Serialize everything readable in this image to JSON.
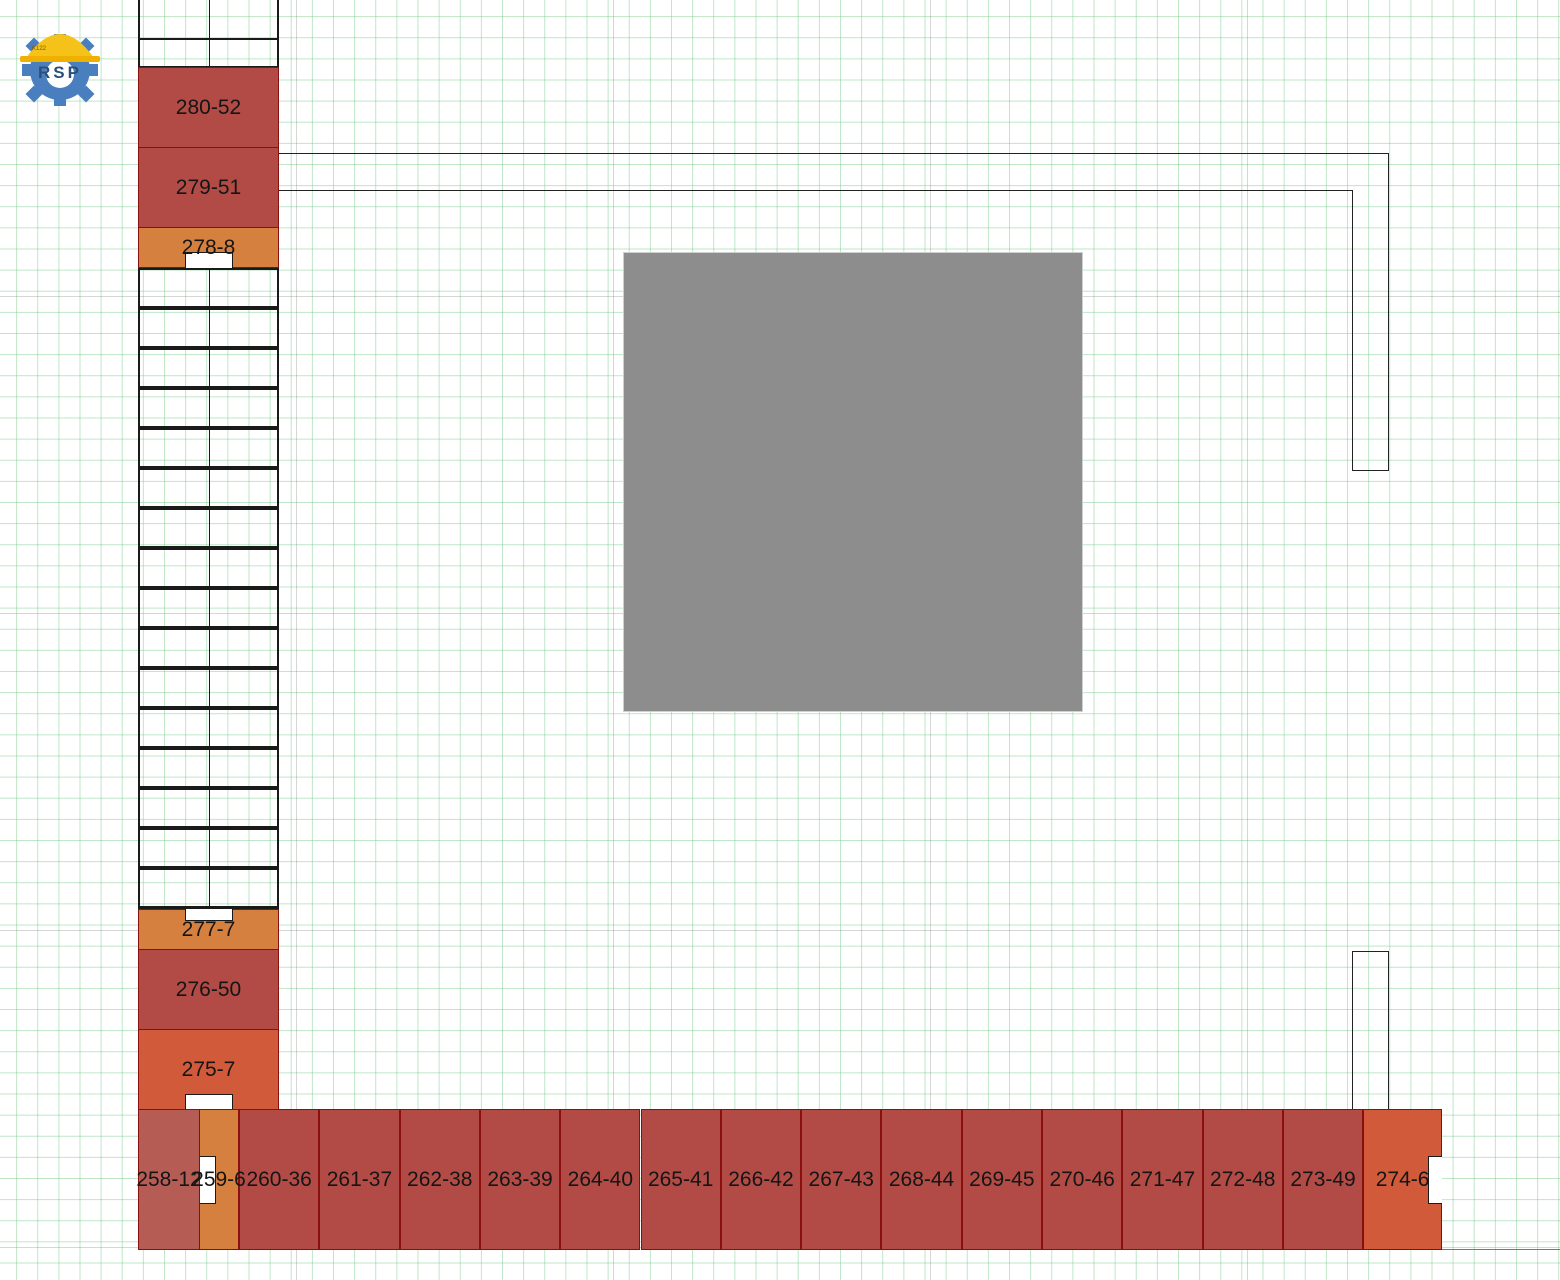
{
  "logo": {
    "text": "RSP",
    "small_text": "K122",
    "gear_color": "#4a7fbf",
    "helmet_color": "#f5c21a"
  },
  "colors": {
    "storage_red": "#b24b45",
    "storage_orange": "#d6803f",
    "storage_vermilion": "#d15a3a",
    "storage_faded": "#b55d55",
    "rack_gray": "#8e8d8e"
  },
  "storage_blocks": [
    {
      "label": "280-52",
      "tone": "red"
    },
    {
      "label": "279-51",
      "tone": "red"
    },
    {
      "label": "278-8",
      "tone": "orange"
    },
    {
      "label": "277-7",
      "tone": "orange"
    },
    {
      "label": "276-50",
      "tone": "red"
    },
    {
      "label": "275-7",
      "tone": "vermilion"
    },
    {
      "label": "258-12",
      "tone": "faded"
    },
    {
      "label": "259-6",
      "tone": "orange"
    },
    {
      "label": "260-36",
      "tone": "red"
    },
    {
      "label": "261-37",
      "tone": "red"
    },
    {
      "label": "262-38",
      "tone": "red"
    },
    {
      "label": "263-39",
      "tone": "red"
    },
    {
      "label": "264-40",
      "tone": "red"
    },
    {
      "label": "265-41",
      "tone": "red"
    },
    {
      "label": "266-42",
      "tone": "red"
    },
    {
      "label": "267-43",
      "tone": "red"
    },
    {
      "label": "268-44",
      "tone": "red"
    },
    {
      "label": "269-45",
      "tone": "red"
    },
    {
      "label": "270-46",
      "tone": "red"
    },
    {
      "label": "271-47",
      "tone": "red"
    },
    {
      "label": "272-48",
      "tone": "red"
    },
    {
      "label": "273-49",
      "tone": "red"
    },
    {
      "label": "274-6",
      "tone": "vermilion"
    }
  ]
}
